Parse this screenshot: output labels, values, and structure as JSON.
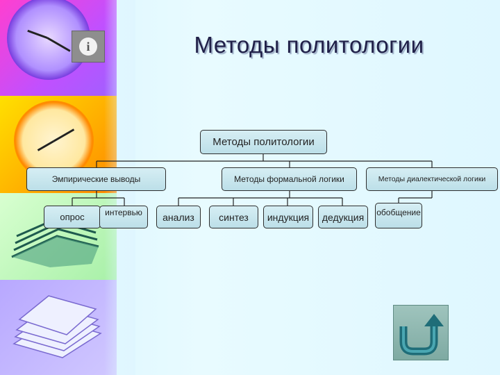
{
  "slide": {
    "title": "Методы политологии",
    "info_icon": "info-icon",
    "back_icon": "return-arrow-icon"
  },
  "diagram": {
    "root": "Методы политологии",
    "groups": [
      {
        "label": "Эмпирические выводы"
      },
      {
        "label": "Методы формальной логики"
      },
      {
        "label": "Методы диалектической логики"
      }
    ],
    "leaves": [
      "опрос",
      "интервью",
      "анализ",
      "синтез",
      "индукция",
      "дедукция",
      "обобщение"
    ]
  },
  "colors": {
    "title": "#202048",
    "node_fill": "#c8e6ee",
    "node_border": "#2d2d2d",
    "background": "#dff6ff"
  }
}
